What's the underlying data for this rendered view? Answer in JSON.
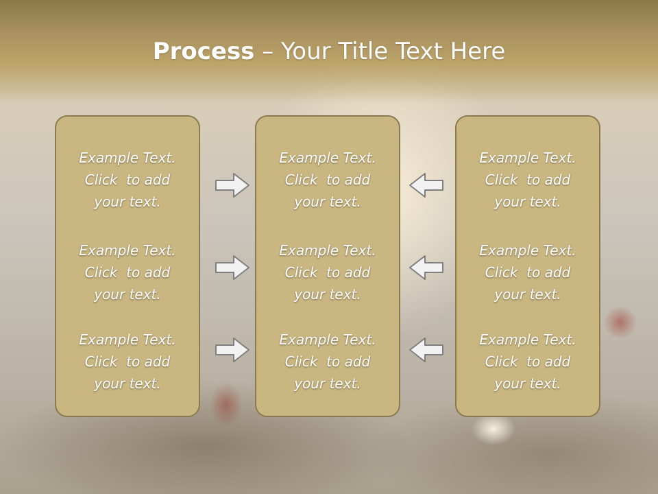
{
  "slide": {
    "title_bold": "Process",
    "title_rest": " – Your Title Text Here"
  },
  "columns": [
    {
      "items": [
        {
          "line1": "Example Text.",
          "line2": "Click  to add",
          "line3": "your text."
        },
        {
          "line1": "Example Text.",
          "line2": "Click  to add",
          "line3": "your text."
        },
        {
          "line1": "Example Text.",
          "line2": "Click  to add",
          "line3": "your text."
        }
      ]
    },
    {
      "items": [
        {
          "line1": "Example Text.",
          "line2": "Click  to add",
          "line3": "your text."
        },
        {
          "line1": "Example Text.",
          "line2": "Click  to add",
          "line3": "your text."
        },
        {
          "line1": "Example Text.",
          "line2": "Click  to add",
          "line3": "your text."
        }
      ]
    },
    {
      "items": [
        {
          "line1": "Example Text.",
          "line2": "Click  to add",
          "line3": "your text."
        },
        {
          "line1": "Example Text.",
          "line2": "Click  to add",
          "line3": "your text."
        },
        {
          "line1": "Example Text.",
          "line2": "Click  to add",
          "line3": "your text."
        }
      ]
    }
  ],
  "arrows": {
    "left_direction": "right-arrow-icon",
    "right_direction": "left-arrow-icon",
    "fill_color": "#f2f2f2",
    "stroke_color": "#7f7f7f"
  },
  "colors": {
    "box_fill": "#c9b680",
    "box_border": "#8a7a52",
    "title_band": "#a89060",
    "text": "#ffffff"
  }
}
